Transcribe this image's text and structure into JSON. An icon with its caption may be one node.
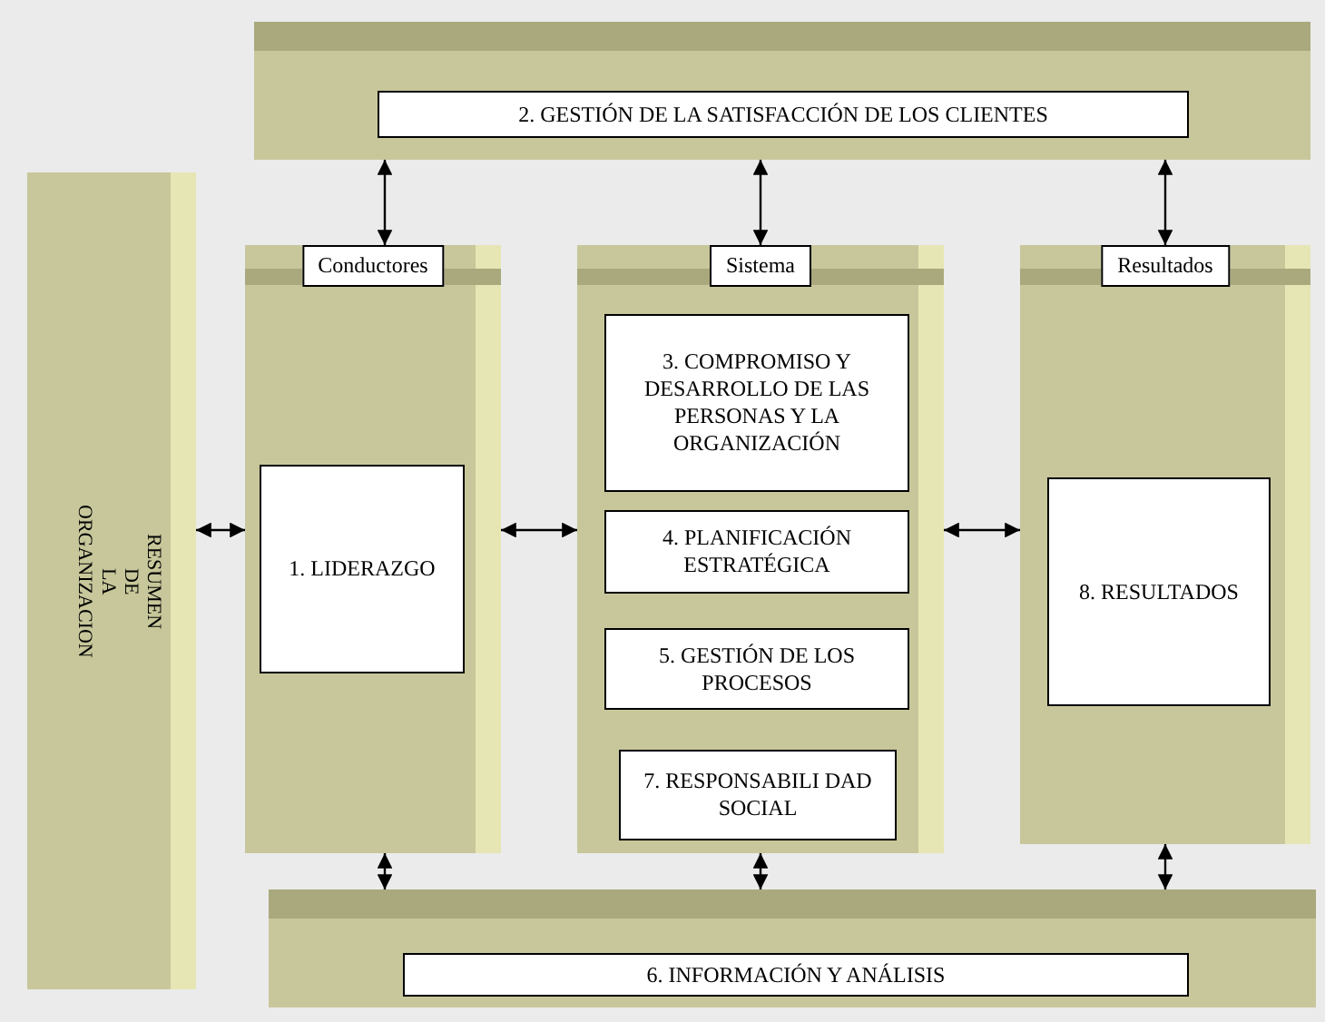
{
  "diagram": {
    "nodes": [
      {
        "text": [
          "RESUMEN DE LA ORGANIZACION"
        ]
      },
      {
        "text": [],
        "shape": "bar"
      },
      {
        "text": [
          "2. GESTIÓN DE LA SATISFACCIÓN DE LOS CLIENTES"
        ],
        "in": 1
      },
      {
        "text": [
          "Conductores"
        ]
      },
      {
        "text": [
          "1. LIDERAZGO"
        ],
        "in": 3
      },
      {
        "text": [
          "Sistema"
        ]
      },
      {
        "text": [
          "3. COMPROMISO Y DESARROLLO DE LAS PERSONAS Y LA ORGANIZACIÓN"
        ],
        "in": 5
      },
      {
        "text": [
          "4. PLANIFICACIÓN ESTRATÉGICA"
        ],
        "in": 5
      },
      {
        "text": [
          "5. GESTIÓN DE LOS PROCESOS"
        ],
        "in": 5
      },
      {
        "text": [
          "7. RESPONSABILI DAD SOCIAL"
        ],
        "in": 5
      },
      {
        "text": [
          "Resultados"
        ]
      },
      {
        "text": [
          "8. RESULTADOS"
        ],
        "in": 10
      },
      {
        "text": [],
        "shape": "bar"
      },
      {
        "text": [
          "6. INFORMACIÓN Y ANÁLISIS"
        ],
        "in": 12
      }
    ],
    "edges": [
      {
        "from": 1,
        "to": 3,
        "arrow": "both"
      },
      {
        "from": 1,
        "to": 5,
        "arrow": "both"
      },
      {
        "from": 1,
        "to": 10,
        "arrow": "both"
      },
      {
        "from": 0,
        "to": 3,
        "arrow": "both"
      },
      {
        "from": 3,
        "to": 5,
        "arrow": "both"
      },
      {
        "from": 5,
        "to": 10,
        "arrow": "both"
      },
      {
        "from": 3,
        "to": 12,
        "arrow": "both"
      },
      {
        "from": 5,
        "to": 12,
        "arrow": "both"
      },
      {
        "from": 10,
        "to": 12,
        "arrow": "both"
      }
    ]
  }
}
